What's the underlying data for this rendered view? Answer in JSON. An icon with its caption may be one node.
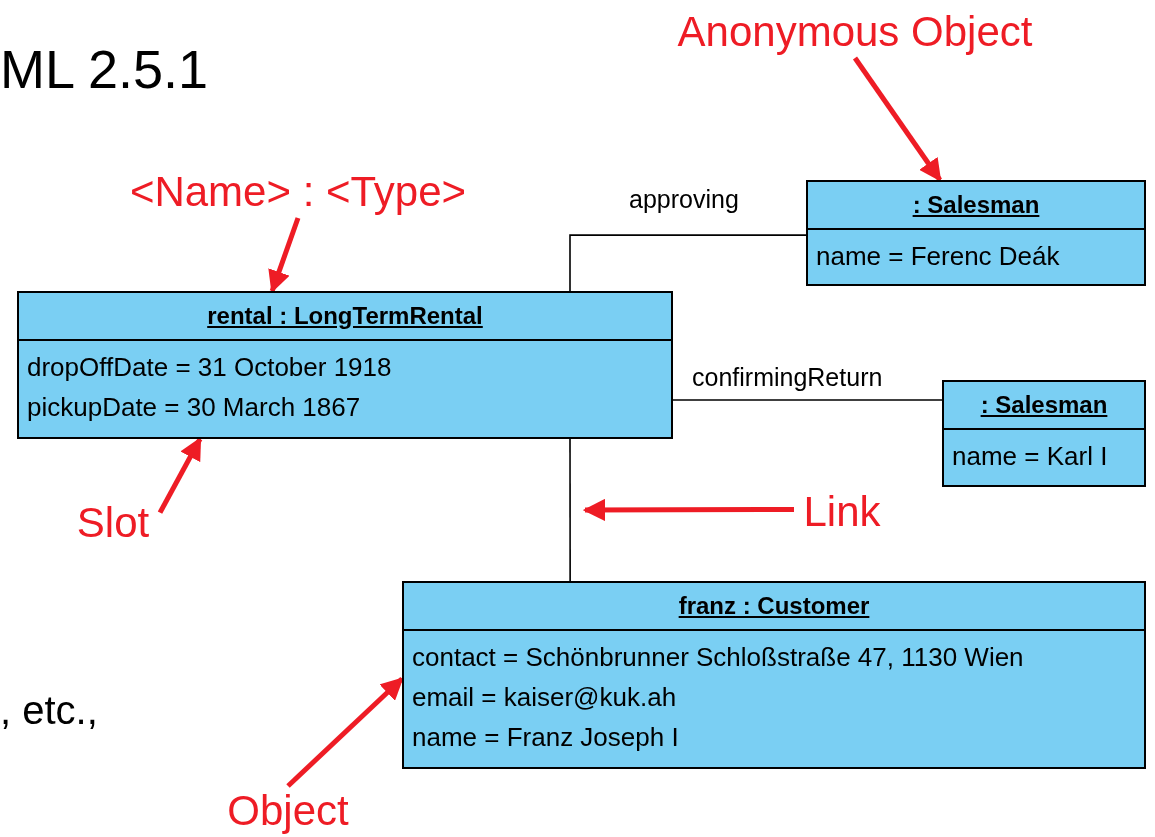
{
  "diagram": {
    "nodes": [
      {
        "text": [
          "Anonymous Object"
        ]
      },
      {
        "text": [
          "<Name> : <Type>"
        ]
      },
      {
        "text": [
          ": Salesman",
          "name = Ferenc Deák"
        ]
      },
      {
        "text": [
          "rental : LongTermRental",
          "dropOffDate = 31 October 1918",
          "pickupDate = 30 March 1867"
        ]
      },
      {
        "text": [
          ": Salesman",
          "name = Karl I"
        ]
      },
      {
        "text": [
          "Slot"
        ]
      },
      {
        "text": [
          "Link"
        ]
      },
      {
        "text": [
          "franz : Customer",
          "contact = Schönbrunner Schloßstraße 47, 1130 Wien",
          "email = kaiser@kuk.ah",
          "name = Franz Joseph I"
        ]
      },
      {
        "text": [
          "Object"
        ]
      }
    ],
    "edges": [
      {
        "from": 3,
        "to": 2,
        "arrow": "none",
        "label": "approving",
        "color": "#000000"
      },
      {
        "from": 3,
        "to": 4,
        "arrow": "none",
        "label": "confirmingReturn",
        "color": "#000000"
      },
      {
        "from": 3,
        "to": 7,
        "arrow": "none",
        "color": "#000000"
      },
      {
        "from": 0,
        "to": 2,
        "arrow": "to"
      },
      {
        "from": 1,
        "to": 3,
        "arrow": "to"
      },
      {
        "from": 5,
        "to": 3,
        "arrow": "to"
      },
      {
        "from": 6,
        "to": null,
        "arrow": "to"
      },
      {
        "from": 8,
        "to": 7,
        "arrow": "to"
      }
    ],
    "labels": [
      "ML 2.5.1",
      ", etc.,"
    ]
  }
}
